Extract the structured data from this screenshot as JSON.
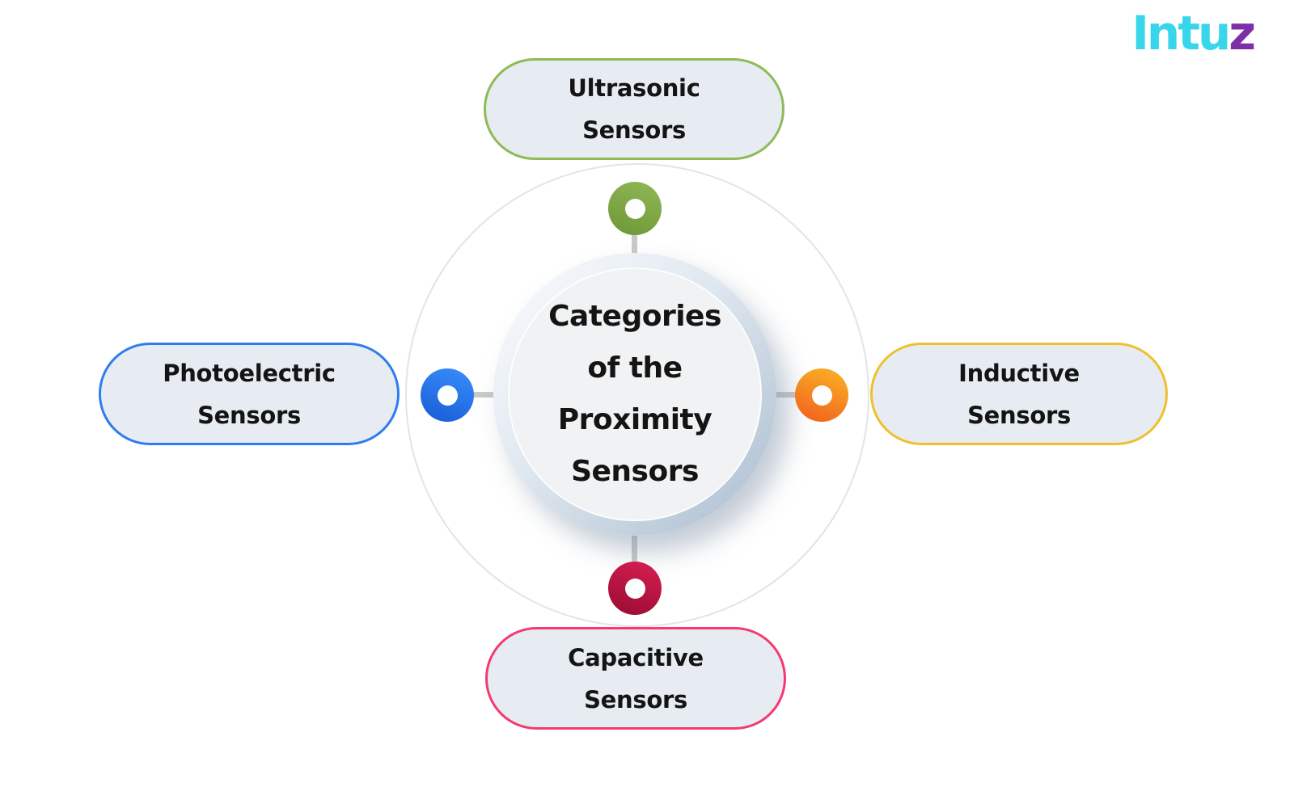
{
  "logo": {
    "brand_prefix": "Intu",
    "brand_suffix": "z"
  },
  "center": {
    "title_lines": [
      "Categories",
      "of the",
      "Proximity",
      "Sensors"
    ]
  },
  "nodes": [
    {
      "id": "ultrasonic",
      "position": "top",
      "label_lines": [
        "Ultrasonic",
        "Sensors"
      ],
      "border_color": "#8FBA58",
      "dot_gradient": [
        "#8CB351",
        "#6F9838"
      ]
    },
    {
      "id": "inductive",
      "position": "right",
      "label_lines": [
        "Inductive",
        "Sensors"
      ],
      "border_color": "#EEC02F",
      "dot_gradient": [
        "#F9A825",
        "#F1621D"
      ]
    },
    {
      "id": "capacitive",
      "position": "bottom",
      "label_lines": [
        "Capacitive",
        "Sensors"
      ],
      "border_color": "#F43A70",
      "dot_gradient": [
        "#D01C4E",
        "#9A0C32"
      ]
    },
    {
      "id": "photoelectric",
      "position": "left",
      "label_lines": [
        "Photoelectric",
        "Sensors"
      ],
      "border_color": "#2E7CF1",
      "dot_gradient": [
        "#3487F6",
        "#1A5DD7"
      ]
    }
  ],
  "colors": {
    "logo_main": "#38D6EA",
    "logo_accent": "#7C2FA6",
    "pill_fill": "#E7ECF3",
    "ring": "#E4E4E4",
    "connector": "#C9C9C9",
    "text": "#141414",
    "circle_inner": "#F1F2F3",
    "circle_ring_dark": "#A9BCD0"
  }
}
